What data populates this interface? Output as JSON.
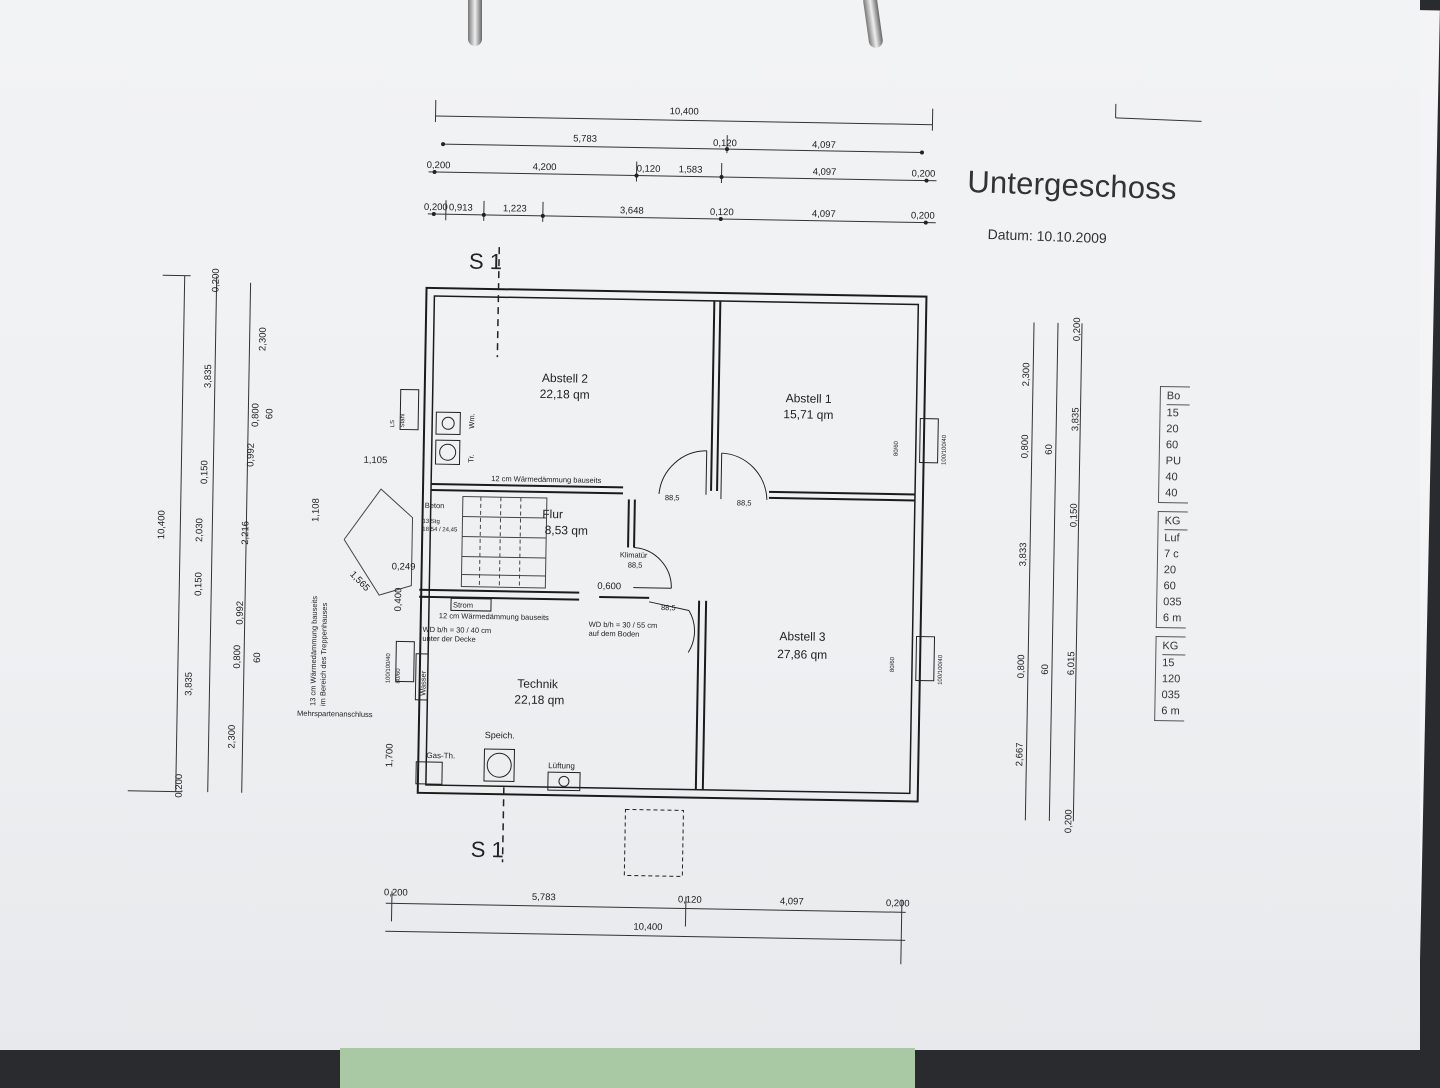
{
  "title": "Untergeschoss",
  "date": "Datum: 10.10.2009",
  "rooms": [
    {
      "name": "Abstell 2",
      "area": "22,18 qm"
    },
    {
      "name": "Abstell 1",
      "area": "15,71 qm"
    },
    {
      "name": "Flur",
      "area": "8,53 qm"
    },
    {
      "name": "Abstell 3",
      "area": "27,86 qm"
    },
    {
      "name": "Technik",
      "area": "22,18 qm"
    }
  ],
  "notes": {
    "insulation_top": "12 cm Wärmedämmung bauseits",
    "insulation_mid": "12 cm Wärmedämmung bauseits",
    "strom": "Strom",
    "klimatur": "Klimatür",
    "klimatur_dim": "88,5",
    "door_88_a": "88,5",
    "door_88_b": "88,5",
    "door_88_c": "88,5",
    "wd_decke_1": "WD b/h = 30 / 40 cm",
    "wd_decke_2": "unter der Decke",
    "wd_boden_1": "WD b/h = 30 / 55 cm",
    "wd_boden_2": "auf dem Boden",
    "beton": "Beton",
    "stair_1": "13 Stg",
    "stair_2": "18,54 / 24,45",
    "speich": "Speich.",
    "gas": "Gas-Th.",
    "luftung": "Lüftung",
    "wasser": "Wasser",
    "tr": "Tr.",
    "wm": "Wm.",
    "mehrsparten": "Mehrspartenanschluss",
    "stair_insul_1": "13 cm Wärmedämmung bauseits",
    "stair_insul_2": "im Bereich des Treppenhauses",
    "section_top": "S 1",
    "section_bottom": "S 1",
    "window_ls": "LS",
    "window_ls_dim": "100/100/40",
    "window_stahl": "Stahl",
    "window_stahl_dim": "80/60"
  },
  "dims_top": {
    "row1": [
      "10,400"
    ],
    "row2": [
      "5,783",
      "0,120",
      "4,097"
    ],
    "row3": [
      "0,200",
      "4,200",
      "0,120",
      "1,583",
      "4,097",
      "0,200"
    ],
    "row4": [
      "0,200",
      "0,913",
      "1,223",
      "3,648",
      "0,120",
      "4,097",
      "0,200"
    ]
  },
  "dims_bottom": {
    "row1": [
      "0,200",
      "5,783",
      "0,120",
      "4,097",
      "0,200"
    ],
    "row2": [
      "10,400"
    ]
  },
  "dims_left": {
    "total": "10,400",
    "col2": [
      "0,200",
      "3,835",
      "0,150",
      "2,030",
      "0,150",
      "3,835",
      "0,200"
    ],
    "col3": [
      "0,800",
      "0,992",
      "2,216",
      "0,992",
      "0,800",
      "2,300",
      "2,300"
    ],
    "col4": [
      "60",
      "60"
    ],
    "stair": [
      "1,105",
      "1,108",
      "0,249",
      "0,400",
      "1,565",
      "0,600",
      "1,700"
    ]
  },
  "dims_right": {
    "col1": [
      "2,300",
      "0,800",
      "3,833",
      "0,800",
      "2,667"
    ],
    "col2": [
      "60",
      "60"
    ],
    "col3": [
      "0,200",
      "3,835",
      "0,150",
      "6,015",
      "0,200"
    ]
  },
  "legend": {
    "block1": [
      "Bo",
      "15",
      "20",
      "60",
      "PU",
      "40",
      "40"
    ],
    "block2": [
      "KG",
      "Luf",
      "7 c",
      "20",
      "60",
      "035",
      "6 m"
    ],
    "block3": [
      "KG",
      "15",
      "120",
      "035",
      "6 m"
    ]
  }
}
